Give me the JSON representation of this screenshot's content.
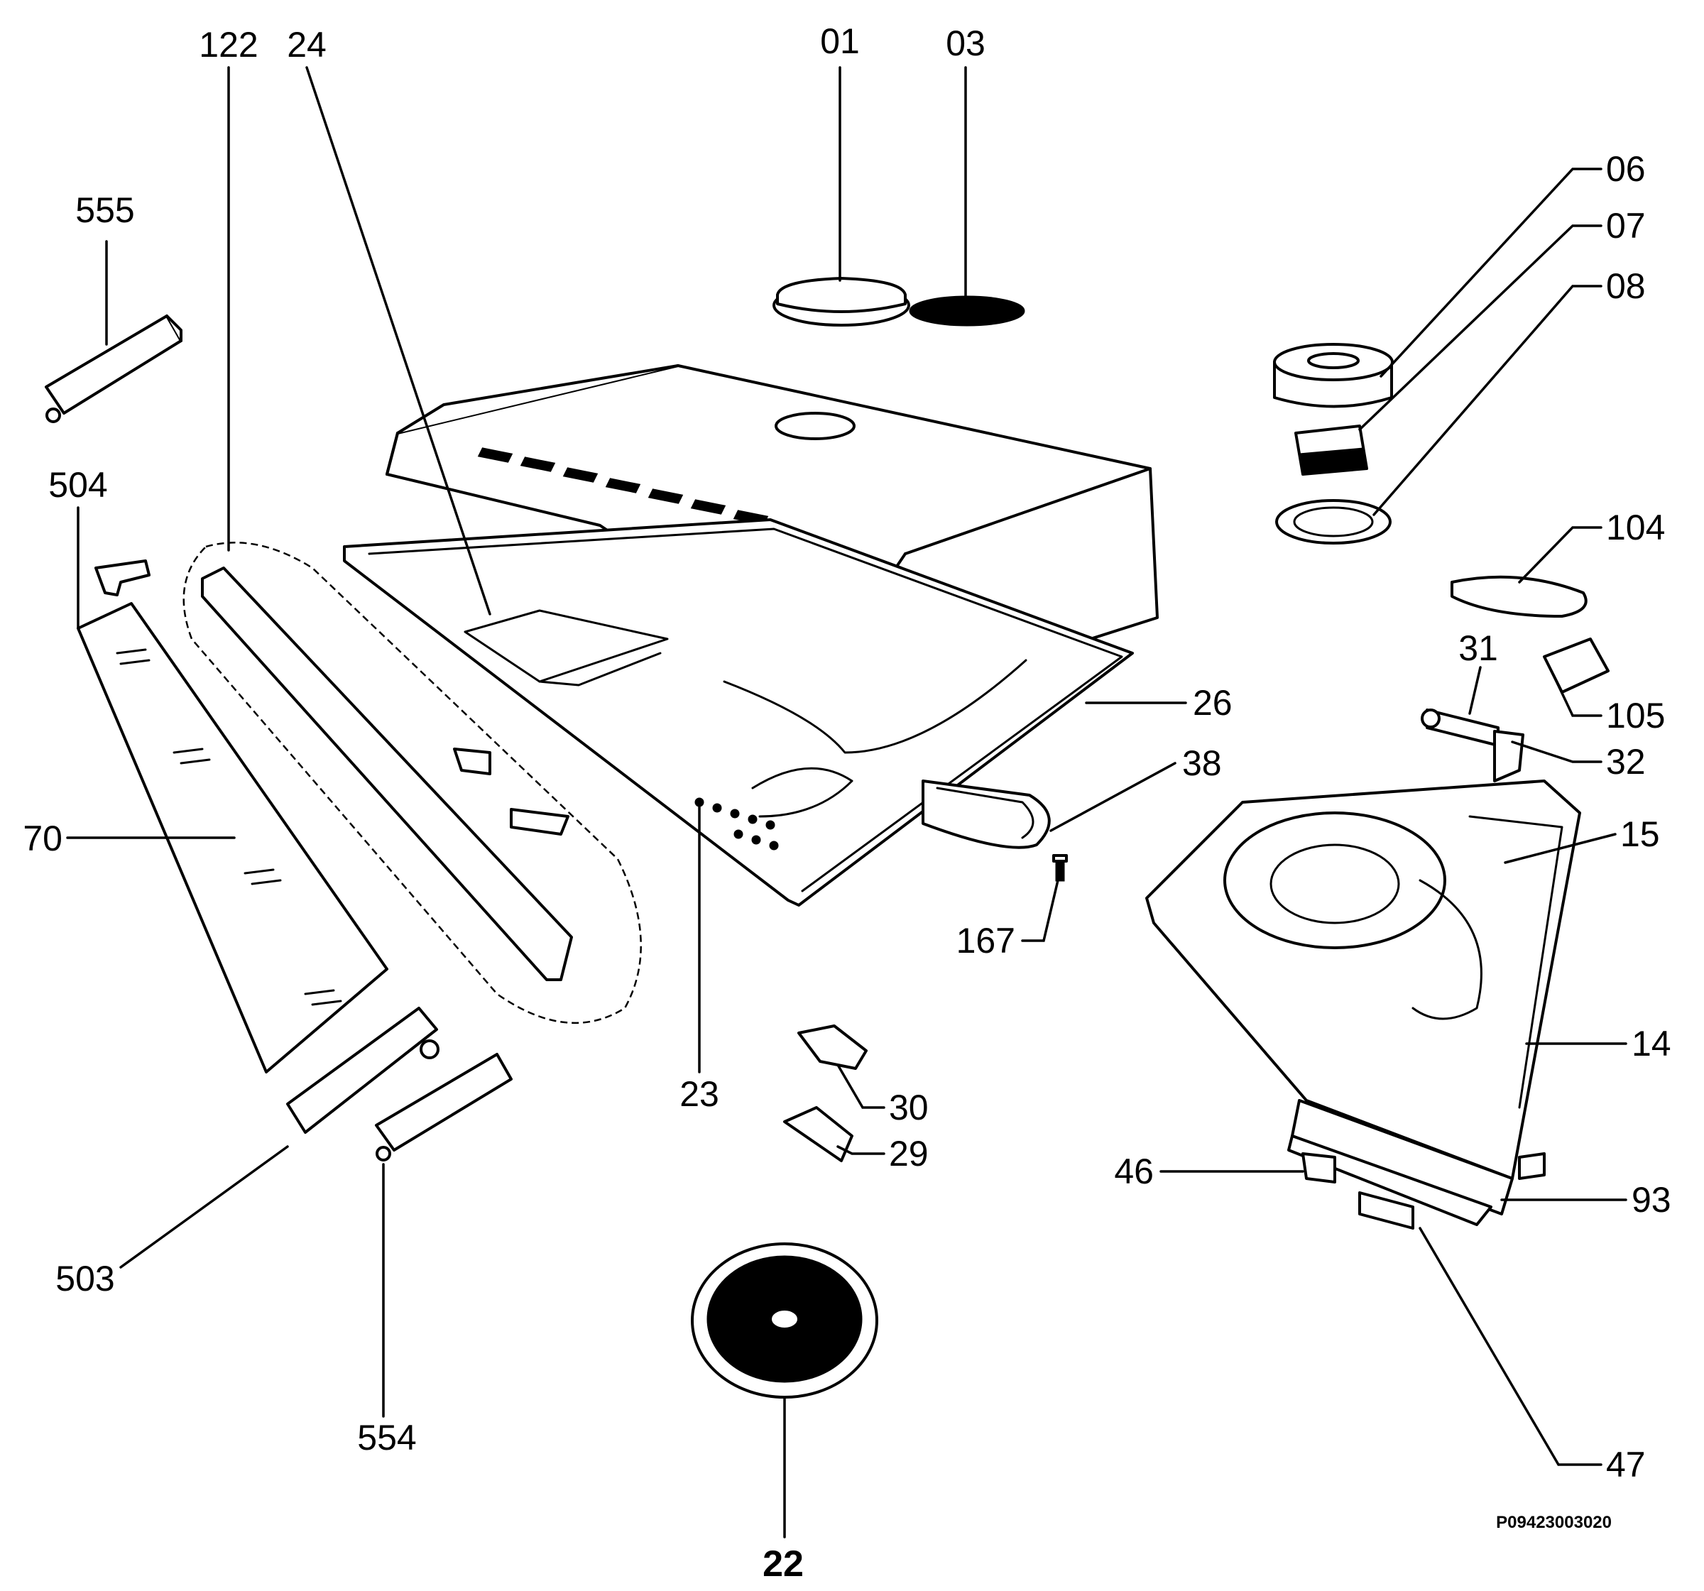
{
  "labels": {
    "p122": "122",
    "p24": "24",
    "p01": "01",
    "p03": "03",
    "p555": "555",
    "p06": "06",
    "p07": "07",
    "p08": "08",
    "p504": "504",
    "p104": "104",
    "p31": "31",
    "p26": "26",
    "p105": "105",
    "p32": "32",
    "p38": "38",
    "p70": "70",
    "p15": "15",
    "p167": "167",
    "p14": "14",
    "p23": "23",
    "p30": "30",
    "p29": "29",
    "p46": "46",
    "p93": "93",
    "p503": "503",
    "p554": "554",
    "p47": "47",
    "p22": "22"
  },
  "reference_code": "P09423003020"
}
